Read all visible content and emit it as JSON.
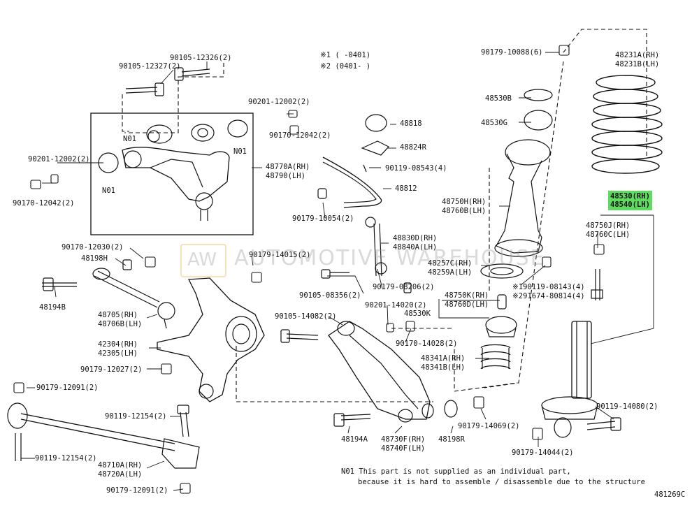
{
  "diagram_code": "481269C",
  "legend": {
    "mark1": "※1 (    -0401)",
    "mark2": "※2 (0401-    )"
  },
  "watermark": {
    "logo": "AW",
    "text": "AUTOMOTIVE WAREHOUSE"
  },
  "highlight_color": "#5fdc5f",
  "labels": {
    "p90105_12327": "90105-12327(2)",
    "p90105_12326": "90105-12326(2)",
    "p90201_12002_a": "90201-12002(2)",
    "p90170_12042_a": "90170-12042(2)",
    "p90201_12002_b": "90201-12002(2)",
    "p90170_12042_b": "90170-12042(2)",
    "n01_a": "N01",
    "n01_b": "N01",
    "n01_c": "N01",
    "p48770A": "48770A(RH)",
    "p48790": "48790(LH)",
    "p48818": "48818",
    "p48824R": "48824R",
    "p90119_08543": "90119-08543(4)",
    "p48812": "48812",
    "p90179_10054": "90179-10054(2)",
    "p48830D": "48830D(RH)",
    "p48840A": "48840A(LH)",
    "p90179_10088": "90179-10088(6)",
    "p48530B": "48530B",
    "p48530G": "48530G",
    "p48750H": "48750H(RH)",
    "p48760B": "48760B(LH)",
    "p48231A": "48231A(RH)",
    "p48231B": "48231B(LH)",
    "p48530": "48530(RH)",
    "p48540": "48540(LH)",
    "p48750J": "48750J(RH)",
    "p48760C": "48760C(LH)",
    "p90170_12030": "90170-12030(2)",
    "p48198H": "48198H",
    "p90179_14015": "90179-14015(2)",
    "p48194B": "48194B",
    "p48705": "48705(RH)",
    "p48706B": "48706B(LH)",
    "p42304": "42304(RH)",
    "p42305": "42305(LH)",
    "p90179_12027": "90179-12027(2)",
    "p90105_08356": "90105-08356(2)",
    "p90179_08206": "90179-08206(2)",
    "p48257C": "48257C(RH)",
    "p48259A": "48259A(LH)",
    "p90119_08143": "※190119-08143(4)",
    "p91674_80814": "※291674-80814(4)",
    "p90201_14020": "90201-14020(2)",
    "p48750K": "48750K(RH)",
    "p48760D": "48760D(LH)",
    "p48530K": "48530K",
    "p90105_14082": "90105-14082(2)",
    "p90170_14028": "90170-14028(2)",
    "p48341A": "48341A(RH)",
    "p48341B": "48341B(LH)",
    "p90179_12091_a": "90179-12091(2)",
    "p90119_12154_a": "90119-12154(2)",
    "p90119_12154_b": "90119-12154(2)",
    "p48710A": "48710A(RH)",
    "p48720A": "48720A(LH)",
    "p90179_12091_b": "90179-12091(2)",
    "p48194A": "48194A",
    "p48730F": "48730F(RH)",
    "p48740F": "48740F(LH)",
    "p48198R": "48198R",
    "p90179_14069": "90179-14069(2)",
    "p90119_14080": "90119-14080(2)",
    "p90179_14044": "90179-14044(2)"
  },
  "footnote": {
    "line1": "N01 This part is not supplied as an individual part,",
    "line2": "because it is hard to assemble / disassemble due to the structure"
  }
}
